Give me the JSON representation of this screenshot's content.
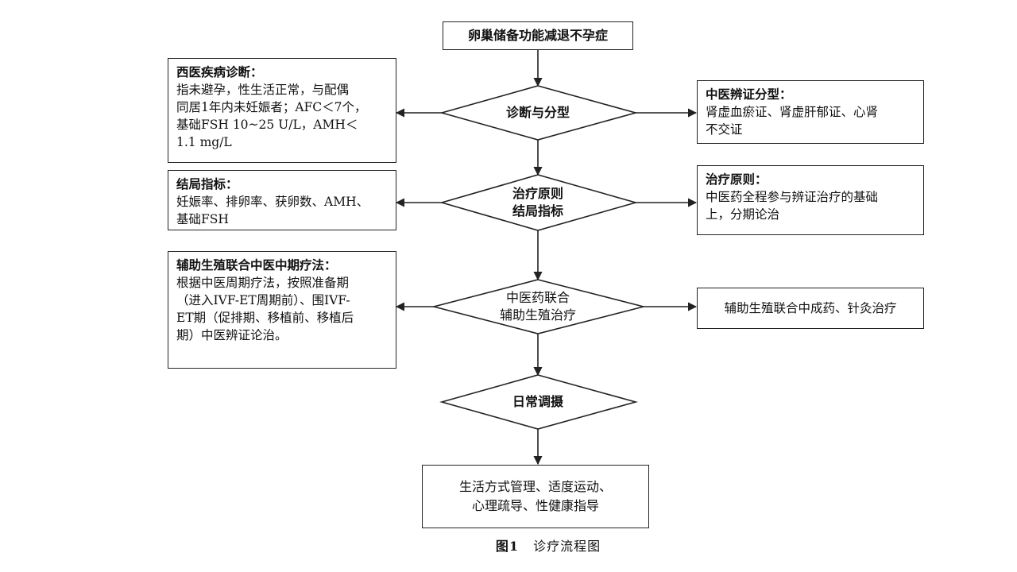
{
  "diagram": {
    "top_box": "卵巢储备功能减退不孕症",
    "diamonds": [
      {
        "label": "诊断与分型"
      },
      {
        "label": "治疗原则\n结局指标"
      },
      {
        "label": "中医药联合\n辅助生殖治疗"
      },
      {
        "label": "日常调摄"
      }
    ],
    "left_boxes": [
      {
        "title": "西医疾病诊断：",
        "body": "指未避孕，性生活正常，与配偶\n同居1年内未妊娠者；AFC＜7个，\n基础FSH 10~25 U/L，AMH＜\n1.1 mg/L"
      },
      {
        "title": "结局指标：",
        "body": "妊娠率、排卵率、获卵数、AMH、\n基础FSH"
      },
      {
        "title": "辅助生殖联合中医中期疗法：",
        "body": "根据中医周期疗法，按照准备期\n（进入IVF-ET周期前）、围IVF-\nET期（促排期、移植前、移植后\n期）中医辨证论治。"
      }
    ],
    "right_boxes": [
      {
        "title": "中医辨证分型：",
        "body": "肾虚血瘀证、肾虚肝郁证、心肾\n不交证"
      },
      {
        "title": "治疗原则：",
        "body": "中医药全程参与辨证治疗的基础\n上，分期论治"
      },
      {
        "title": "",
        "body": "辅助生殖联合中成药、针灸治疗"
      }
    ],
    "bottom_box": "生活方式管理、适度运动、\n心理疏导、性健康指导"
  },
  "caption": {
    "figure_no": "图1",
    "text": "诊疗流程图"
  }
}
